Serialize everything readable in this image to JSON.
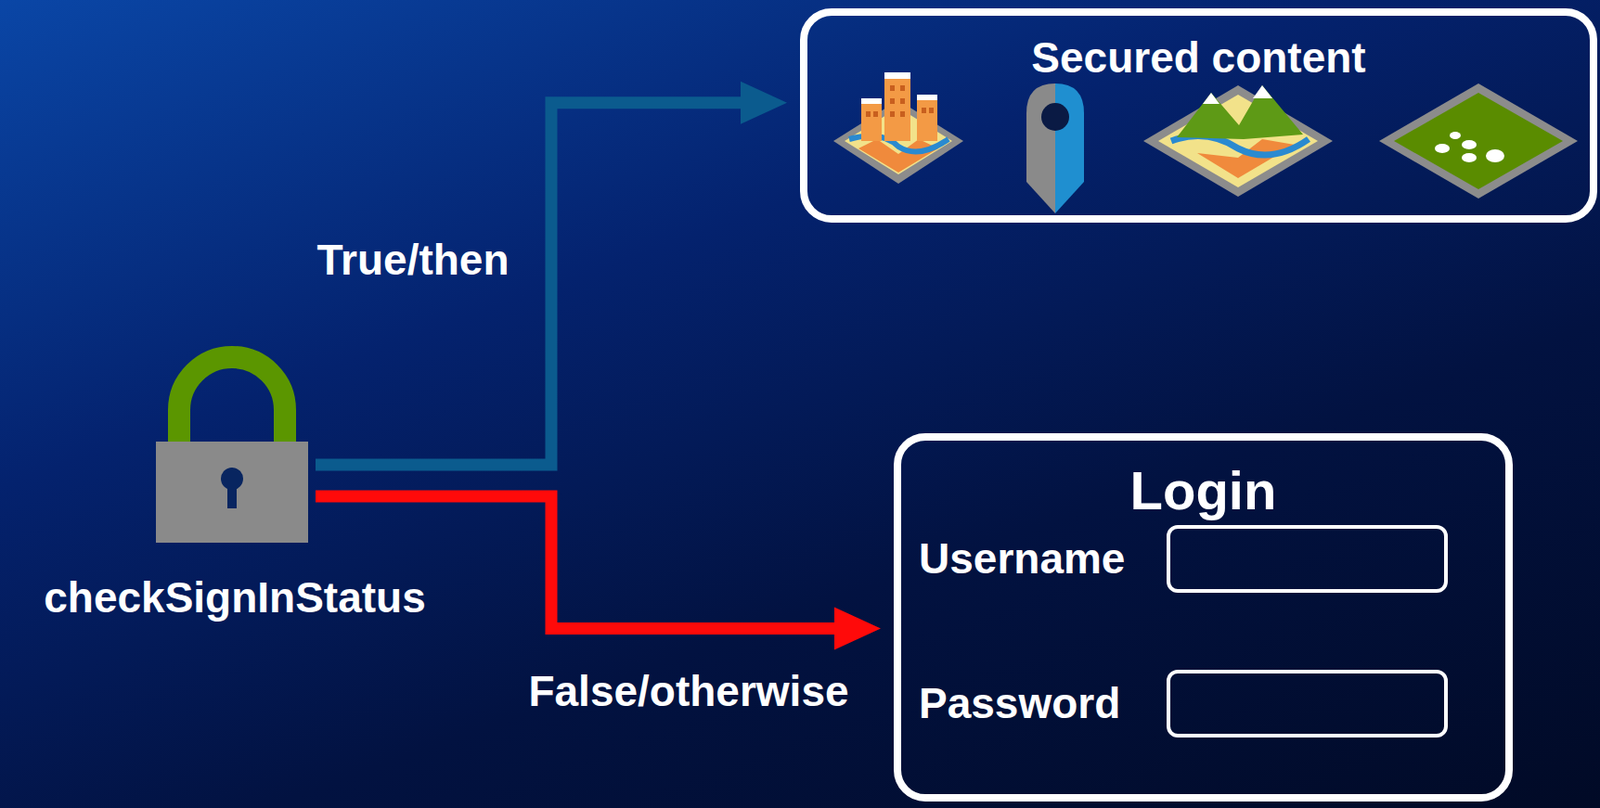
{
  "diagram": {
    "nodes": [
      {
        "text": [
          "checkSignInStatus"
        ]
      },
      {
        "text": [
          "Secured content"
        ]
      },
      {
        "text": [
          "Login"
        ]
      },
      {
        "text": [
          "Username"
        ],
        "in": 2
      },
      {
        "text": [
          "Password"
        ],
        "in": 2
      }
    ],
    "edges": [
      {
        "from": 0,
        "to": 1,
        "label": "True/then",
        "arrow": "to"
      },
      {
        "from": 0,
        "to": 2,
        "label": "False/otherwise",
        "arrow": "to"
      }
    ]
  }
}
